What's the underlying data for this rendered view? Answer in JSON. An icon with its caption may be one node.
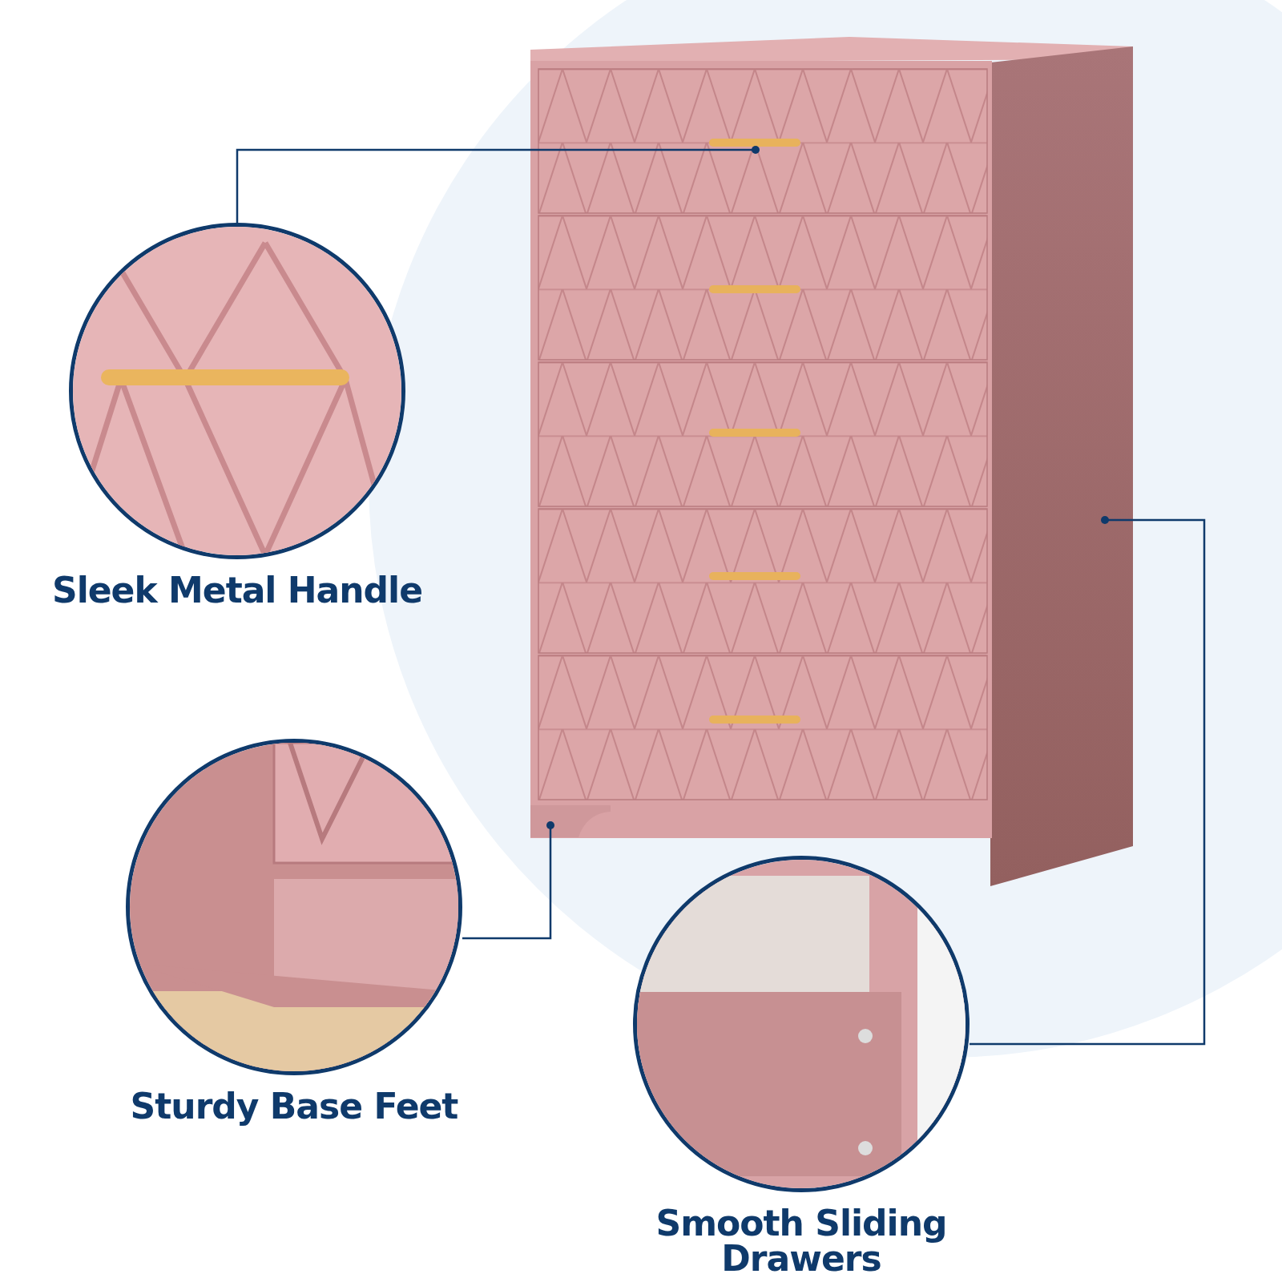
{
  "diagram": {
    "nodes": [
      {
        "text": [],
        "shape": "picture"
      },
      {
        "text": [],
        "shape": "bar",
        "in": 0
      },
      {
        "text": [],
        "shape": "box",
        "in": 0
      },
      {
        "text": [],
        "shape": "circle",
        "beside": [
          "Sleek Metal Handle"
        ]
      },
      {
        "text": [],
        "shape": "circle",
        "beside": [
          "Sturdy Base Feet"
        ]
      },
      {
        "text": [],
        "shape": "circle",
        "beside": [
          "Smooth Sliding Drawers"
        ]
      }
    ],
    "edges": [
      {
        "from": 3,
        "to": 1,
        "arrow": "other"
      },
      {
        "from": 4,
        "to": 2,
        "arrow": "other"
      },
      {
        "from": 5,
        "to": 0,
        "arrow": "other"
      }
    ]
  }
}
